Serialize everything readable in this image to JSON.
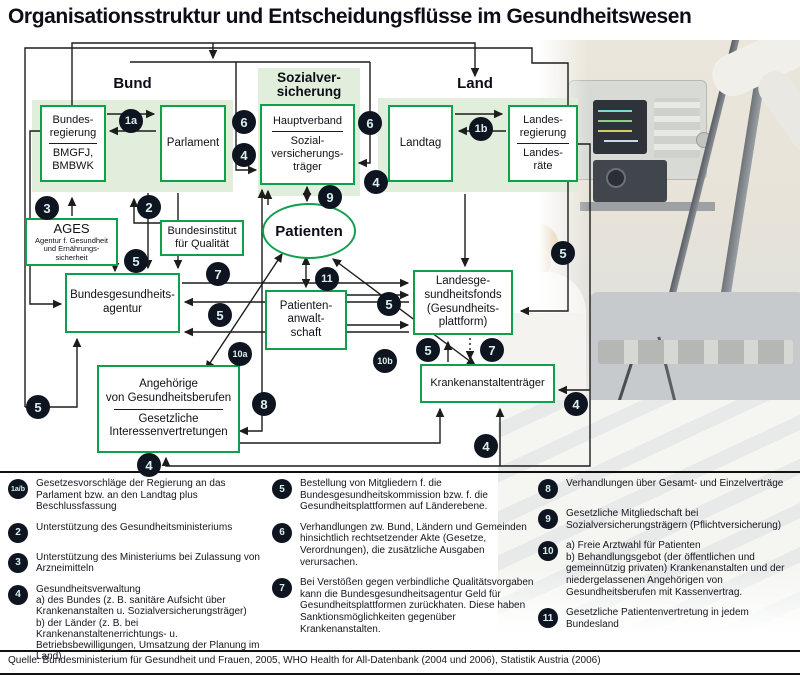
{
  "title": "Organisationsstruktur und Entscheidungsflüsse im Gesundheitswesen",
  "colors": {
    "panel_green": "#e0eedb",
    "box_border_green": "#0fa04c",
    "badge_bg": "#0e1420",
    "badge_text": "#d9efef"
  },
  "diagram": {
    "group_labels": {
      "bund": "Bund",
      "sozialversicherung": "Sozialver-\nsicherung",
      "land": "Land"
    },
    "boxes": {
      "bundesregierung_top": "Bundes-\nregierung",
      "bundesregierung_bottom": "BMGFJ,\nBMBWK",
      "parlament": "Parlament",
      "hauptverband": "Hauptverband",
      "sv_traeger": "Sozial-\nversicherungs-\nträger",
      "landtag": "Landtag",
      "landesregierung": "Landes-\nregierung",
      "landesraete": "Landes-\nräte",
      "ages_title": "AGES",
      "ages_sub": "Agentur f. Gesundheit\nund Ernährungs-\nsicherheit",
      "biq": "Bundesinstitut\nfür Qualität",
      "bga": "Bundesgesundheits-\nagentur",
      "patienten": "Patienten",
      "paw": "Patienten-\nanwalt-\nschaft",
      "lgf": "Landesge-\nsundheitsfonds\n(Gesundheits-\nplattform)",
      "kat": "Krankenanstaltenträger",
      "ang_top": "Angehörige\nvon Gesundheitsberufen",
      "ang_bottom": "Gesetzliche\nInteressenvertretungen"
    },
    "badges": [
      "1a",
      "6",
      "4",
      "6",
      "4",
      "1b",
      "3",
      "2",
      "9",
      "5",
      "7",
      "5",
      "11",
      "5",
      "10a",
      "10b",
      "5",
      "7",
      "4",
      "4",
      "5",
      "8",
      "4",
      "5"
    ]
  },
  "legend": {
    "c1": [
      {
        "num": "1a/b",
        "text": "Gesetzesvorschläge der Regierung an das Parlament bzw. an den Landtag plus Beschlussfassung"
      },
      {
        "num": "2",
        "text": "Unterstützung des Gesundheitsministeriums"
      },
      {
        "num": "3",
        "text": "Unterstützung des Ministeriums bei Zulassung von Arzneimitteln"
      },
      {
        "num": "4",
        "text": "Gesundheitsverwaltung\na) des Bundes (z. B. sanitäre Aufsicht über Krankenanstalten u. Sozialversicherungsträger)\nb) der Länder (z. B. bei Krankenanstaltenerrichtungs- u. Betriebsbewilligungen, Umsatzung der Planung im Land)"
      }
    ],
    "c2": [
      {
        "num": "5",
        "text": "Bestellung von Mitgliedern f. die Bundesgesundheitskommission bzw. f. die Gesundheitsplattformen auf Länderebene."
      },
      {
        "num": "6",
        "text": "Verhandlungen zw. Bund, Ländern und Gemeinden hinsichtlich rechtsetzender Akte (Gesetze, Verordnungen), die zusätzliche Ausgaben verursachen."
      },
      {
        "num": "7",
        "text": "Bei Verstößen gegen verbindliche Qualitätsvorgaben kann die Bundesgesundheitsagentur Geld für Gesundheitsplattformen zurückhaten. Diese haben Sanktionsmöglichkeiten gegenüber Krankenanstalten."
      }
    ],
    "c3": [
      {
        "num": "8",
        "text": "Verhandlungen über Gesamt- und Einzelverträge"
      },
      {
        "num": "9",
        "text": "Gesetzliche Mitgliedschaft bei Sozialversicherungsträgern (Pflichtversicherung)"
      },
      {
        "num": "10",
        "text": "a) Freie Arztwahl für Patienten\nb) Behandlungsgebot (der öffentlichen und gemeinnützig privaten) Krankenanstalten und der niedergelassenen Angehörigen von Gesundheitsberufen mit Kassenvertrag."
      },
      {
        "num": "11",
        "text": "Gesetzliche Patientenvertretung in jedem Bundesland"
      }
    ]
  },
  "source": "Quelle: Bundesministerium für Gesundheit und Frauen, 2005, WHO Health for All-Datenbank (2004 und 2006), Statistik Austria (2006)"
}
